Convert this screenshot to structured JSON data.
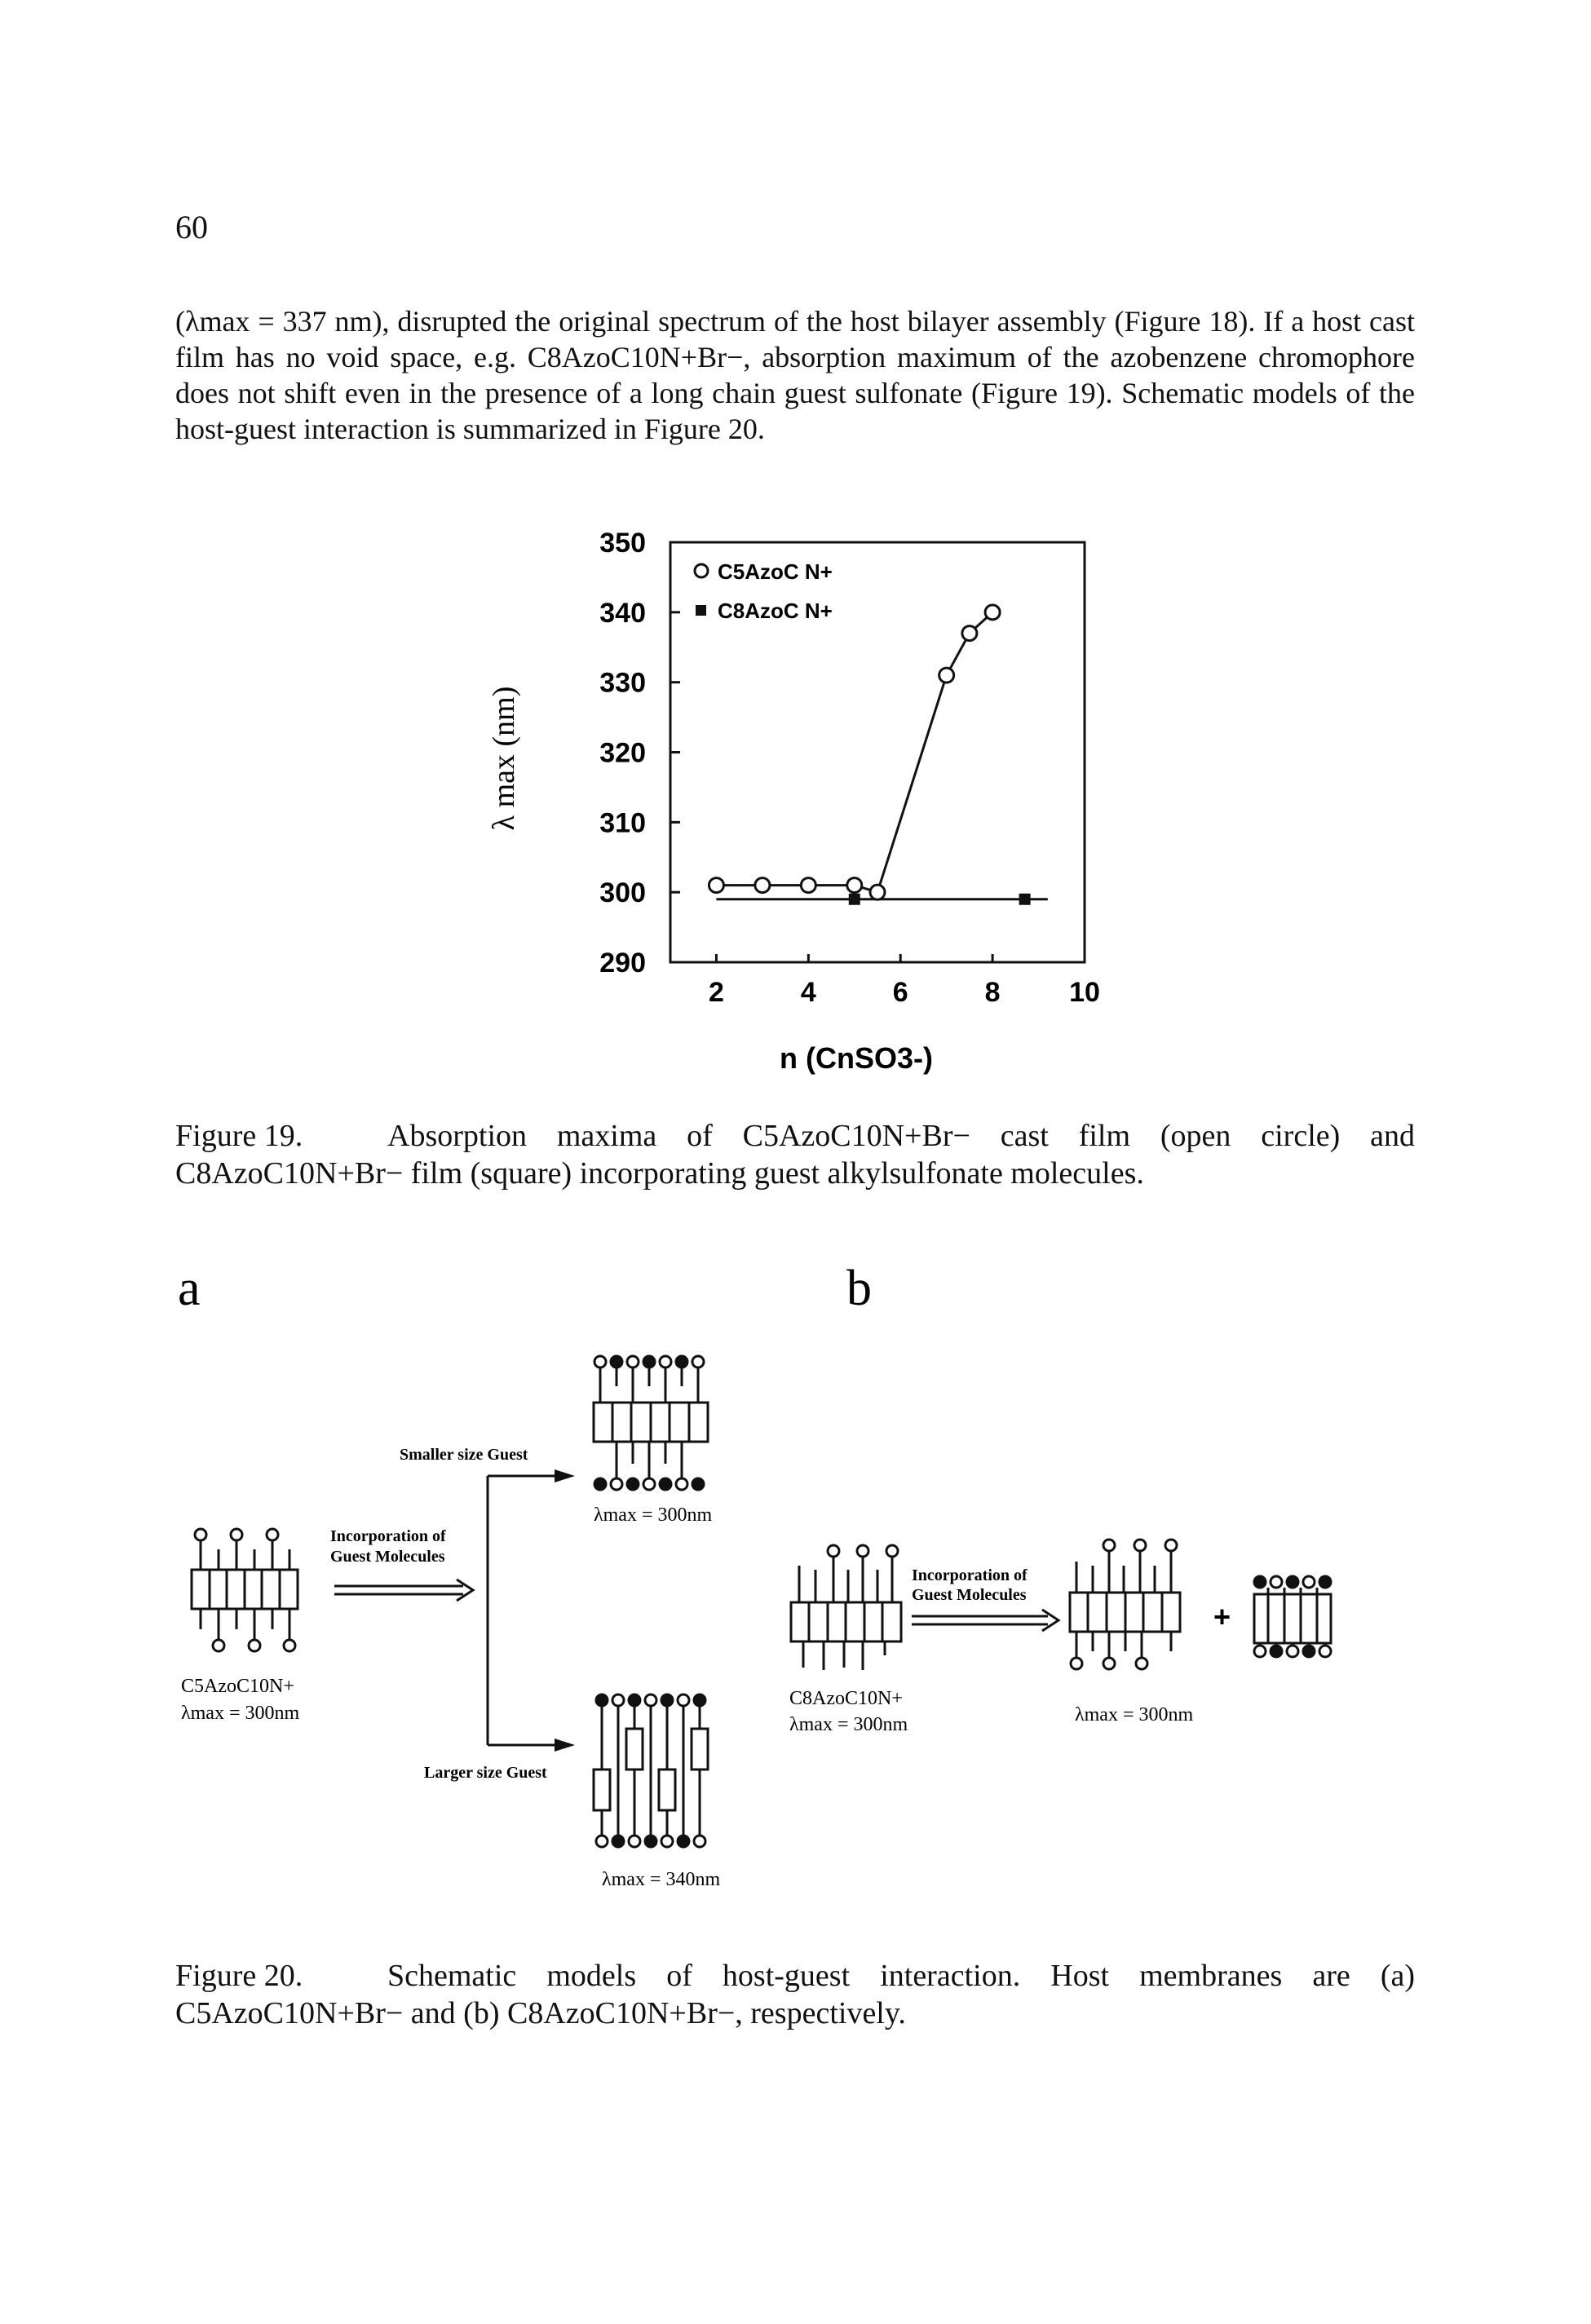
{
  "page": {
    "number": "60",
    "intro_paragraph": "(λmax = 337 nm), disrupted the original spectrum of the host bilayer assembly (Figure 18). If a host cast film has no void space, e.g. C8AzoC10N+Br−, absorption maximum of the azobenzene chromophore does not shift even in the presence of a long chain guest sulfonate (Figure 19). Schematic models of the host-guest interaction is summarized in Figure 20."
  },
  "figure19": {
    "caption_label": "Figure 19.",
    "caption_text": "Absorption maxima of C5AzoC10N+Br− cast film (open circle) and C8AzoC10N+Br− film (square) incorporating guest alkylsulfonate molecules."
  },
  "chart_data": {
    "type": "line",
    "xlabel": "n (CnSO3-)",
    "ylabel": "λ max (nm)",
    "xlim": [
      1,
      10
    ],
    "ylim": [
      290,
      350
    ],
    "xticks": [
      "2",
      "4",
      "6",
      "8",
      "10"
    ],
    "yticks": [
      "290",
      "300",
      "310",
      "320",
      "330",
      "340",
      "350"
    ],
    "legend_position": "top-left",
    "grid": false,
    "series": [
      {
        "name": "C5AzoC N+",
        "marker": "open-circle",
        "x": [
          2,
          3,
          4,
          5,
          5.5,
          7,
          7.5,
          8
        ],
        "y": [
          301,
          301,
          301,
          301,
          300,
          331,
          337,
          340
        ]
      },
      {
        "name": "C8AzoC N+",
        "marker": "filled-square",
        "x": [
          5,
          8.7
        ],
        "y": [
          299,
          299
        ]
      }
    ]
  },
  "figure20": {
    "panel_a_label": "a",
    "panel_b_label": "b",
    "a_smaller_guest": "Smaller size Guest",
    "a_larger_guest": "Larger size Guest",
    "a_incorporation_line1": "Incorporation of",
    "a_incorporation_line2": "Guest Molecules",
    "a_host_name": "C5AzoC10N+",
    "a_host_lambda": "λmax = 300nm",
    "a_top_lambda": "λmax = 300nm",
    "a_bottom_lambda": "λmax = 340nm",
    "b_incorporation_line1": "Incorporation of",
    "b_incorporation_line2": "Guest Molecules",
    "b_host_name": "C8AzoC10N+",
    "b_host_lambda": "λmax = 300nm",
    "b_product_lambda": "λmax = 300nm",
    "b_plus": "+",
    "caption_label": "Figure 20.",
    "caption_text": "Schematic models of host-guest interaction. Host membranes are (a) C5AzoC10N+Br− and (b) C8AzoC10N+Br−, respectively."
  }
}
